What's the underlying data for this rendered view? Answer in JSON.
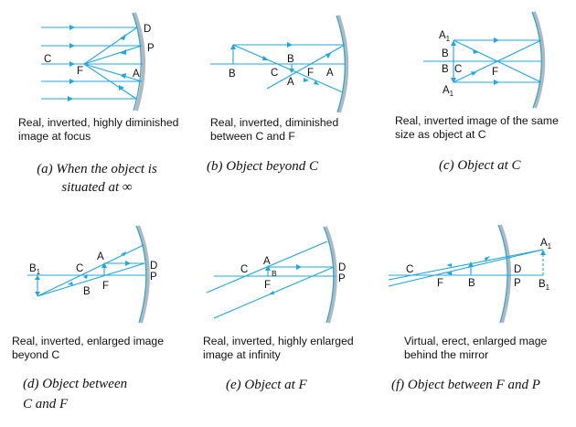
{
  "colors": {
    "ray": "#1fa7e0",
    "mirror": "#b5b7ba",
    "text": "#111111"
  },
  "panels": [
    {
      "id": "a",
      "labels": {
        "D": "D",
        "P": "P",
        "C": "C",
        "F": "F",
        "A": "A"
      },
      "description": "Real, inverted, highly diminished\nimage at focus",
      "caption": "(a) When the object is\nsituated at ∞"
    },
    {
      "id": "b",
      "labels": {
        "B_obj": "B",
        "C": "C",
        "B_img": "B",
        "A_img": "A",
        "F": "F",
        "A_pole": "A"
      },
      "description": "Real, inverted, diminished\nbetween C and F",
      "caption": "(b) Object beyond C"
    },
    {
      "id": "c",
      "labels": {
        "A1_top": "A",
        "A1_top_sub": "1",
        "B_top": "B",
        "B_bot": "B",
        "C": "C",
        "F": "F",
        "A1_bot": "A",
        "A1_bot_sub": "1"
      },
      "description": "Real, inverted image of the same\nsize as object at C",
      "caption": "(c) Object at C"
    },
    {
      "id": "d",
      "labels": {
        "B1": "B",
        "B1_sub": "1",
        "C": "C",
        "A": "A",
        "B": "B",
        "F": "F",
        "D": "D",
        "P": "P"
      },
      "description": "Real, inverted, enlarged image\nbeyond C",
      "caption": "(d) Object between\nC and F"
    },
    {
      "id": "e",
      "labels": {
        "C": "C",
        "A": "A",
        "B": "B",
        "F": "F",
        "D": "D",
        "P": "P"
      },
      "description": "Real, inverted, highly enlarged\nimage at infinity",
      "caption": "(e) Object at F"
    },
    {
      "id": "f",
      "labels": {
        "C": "C",
        "F": "F",
        "B": "B",
        "D": "D",
        "P": "P",
        "A1": "A",
        "A1_sub": "1",
        "B1": "B",
        "B1_sub": "1"
      },
      "description": "Virtual, erect, enlarged mage\nbehind the mirror",
      "caption": "(f) Object between F and P"
    }
  ]
}
